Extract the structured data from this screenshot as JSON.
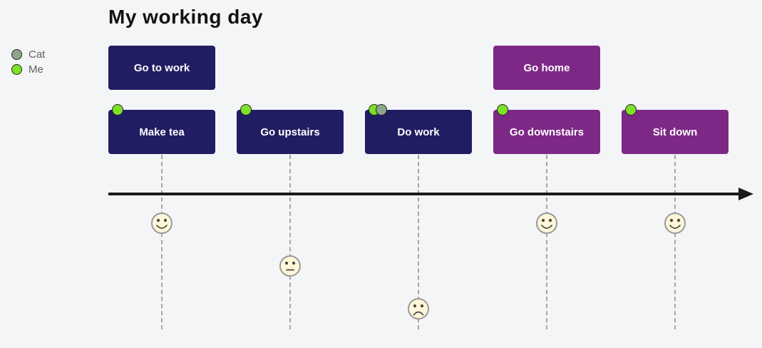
{
  "title": "My working day",
  "legend": {
    "items": [
      {
        "label": "Cat",
        "color": "#8ca78b"
      },
      {
        "label": "Me",
        "color": "#7de127"
      }
    ]
  },
  "chart_data": {
    "type": "user-journey-timeline",
    "title": "My working day",
    "actors": [
      {
        "name": "Cat",
        "color": "#8ca78b"
      },
      {
        "name": "Me",
        "color": "#7de127"
      }
    ],
    "score_scale": {
      "min": 1,
      "max": 5,
      "faces": {
        "5": "happy",
        "3": "neutral",
        "1": "sad"
      }
    },
    "sections": [
      {
        "label": "Go to work",
        "color": "#201d62",
        "tasks": [
          {
            "label": "Make tea",
            "score": 5,
            "actors": [
              "Me"
            ],
            "face": "happy"
          },
          {
            "label": "Go upstairs",
            "score": 3,
            "actors": [
              "Me"
            ],
            "face": "neutral"
          },
          {
            "label": "Do work",
            "score": 1,
            "actors": [
              "Me",
              "Cat"
            ],
            "face": "sad"
          }
        ]
      },
      {
        "label": "Go home",
        "color": "#7d2886",
        "tasks": [
          {
            "label": "Go downstairs",
            "score": 5,
            "actors": [
              "Me"
            ],
            "face": "happy"
          },
          {
            "label": "Sit down",
            "score": 5,
            "actors": [
              "Me"
            ],
            "face": "happy"
          }
        ]
      }
    ]
  },
  "colors": {
    "background": "#f4f5f7",
    "arrow": "#1b1b1b",
    "face_fill": "#fdf6d8",
    "face_stroke": "#999999",
    "face_features": "#444444",
    "dashed_line": "#a6a6a6",
    "task_text": "#ffffff",
    "title_text": "#121212",
    "legend_text": "#5f5f5f",
    "circle_stroke": "#222222"
  }
}
